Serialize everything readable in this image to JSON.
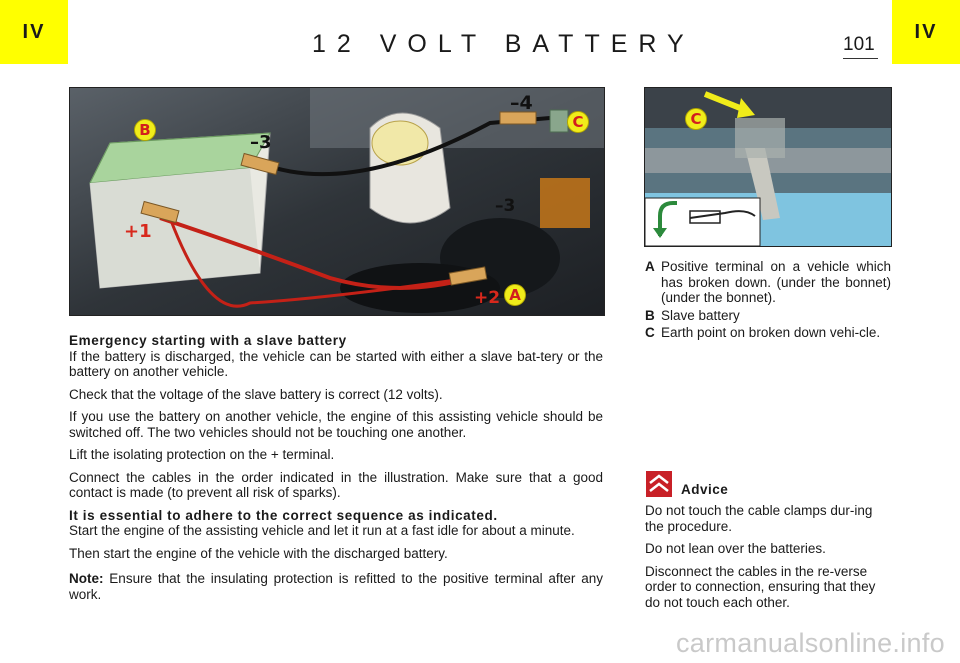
{
  "header": {
    "chapter_left": "IV",
    "chapter_right": "IV",
    "title": "12 VOLT BATTERY",
    "page_number": "101",
    "colors": {
      "tab": "#ffff00"
    }
  },
  "main_photo": {
    "labels": {
      "minus4": "–4",
      "minus3_top": "–3",
      "minus3_right": "–3",
      "plus1": "+1",
      "plus2": "+2",
      "b": "B",
      "c": "C",
      "a": "A"
    }
  },
  "side_photo": {
    "labels": {
      "c": "C"
    }
  },
  "legend": [
    {
      "key": "A",
      "text": "Positive terminal on a vehicle which has broken down. (under the bonnet) (under the bonnet)."
    },
    {
      "key": "B",
      "text": "Slave battery"
    },
    {
      "key": "C",
      "text": "Earth point on broken down vehi-cle."
    }
  ],
  "body": {
    "heading": "Emergency starting with a slave battery",
    "para1": "If the battery is discharged, the vehicle can be started with either a slave bat-tery or the battery on another vehicle.",
    "para2": "Check that the voltage of the slave battery is correct (12 volts).",
    "para3": "If you use the battery on another vehicle, the engine of this assisting vehicle should be switched off. The two vehicles should not be touching one another.",
    "para4": "Lift the isolating protection on the + terminal.",
    "para5": "Connect the cables in the order indicated in the illustration. Make sure that a good contact is made (to prevent all risk of sparks).",
    "emphasis": "It is essential to adhere to the correct sequence as indicated.",
    "para6": "Start the engine of the assisting vehicle and let it run at a fast idle for about a minute.",
    "para7": "Then start the engine of the vehicle with the discharged battery.",
    "note_label": "Note:",
    "note_text": " Ensure that the insulating protection is refitted to the positive terminal after any work."
  },
  "advice": {
    "title": "Advice",
    "items": [
      "Do not touch the cable clamps dur-ing the procedure.",
      "Do not lean over the batteries.",
      "Disconnect the cables in the re-verse order to connection, ensuring that they do not touch each other."
    ]
  },
  "watermark": "carmanualsonline.info"
}
